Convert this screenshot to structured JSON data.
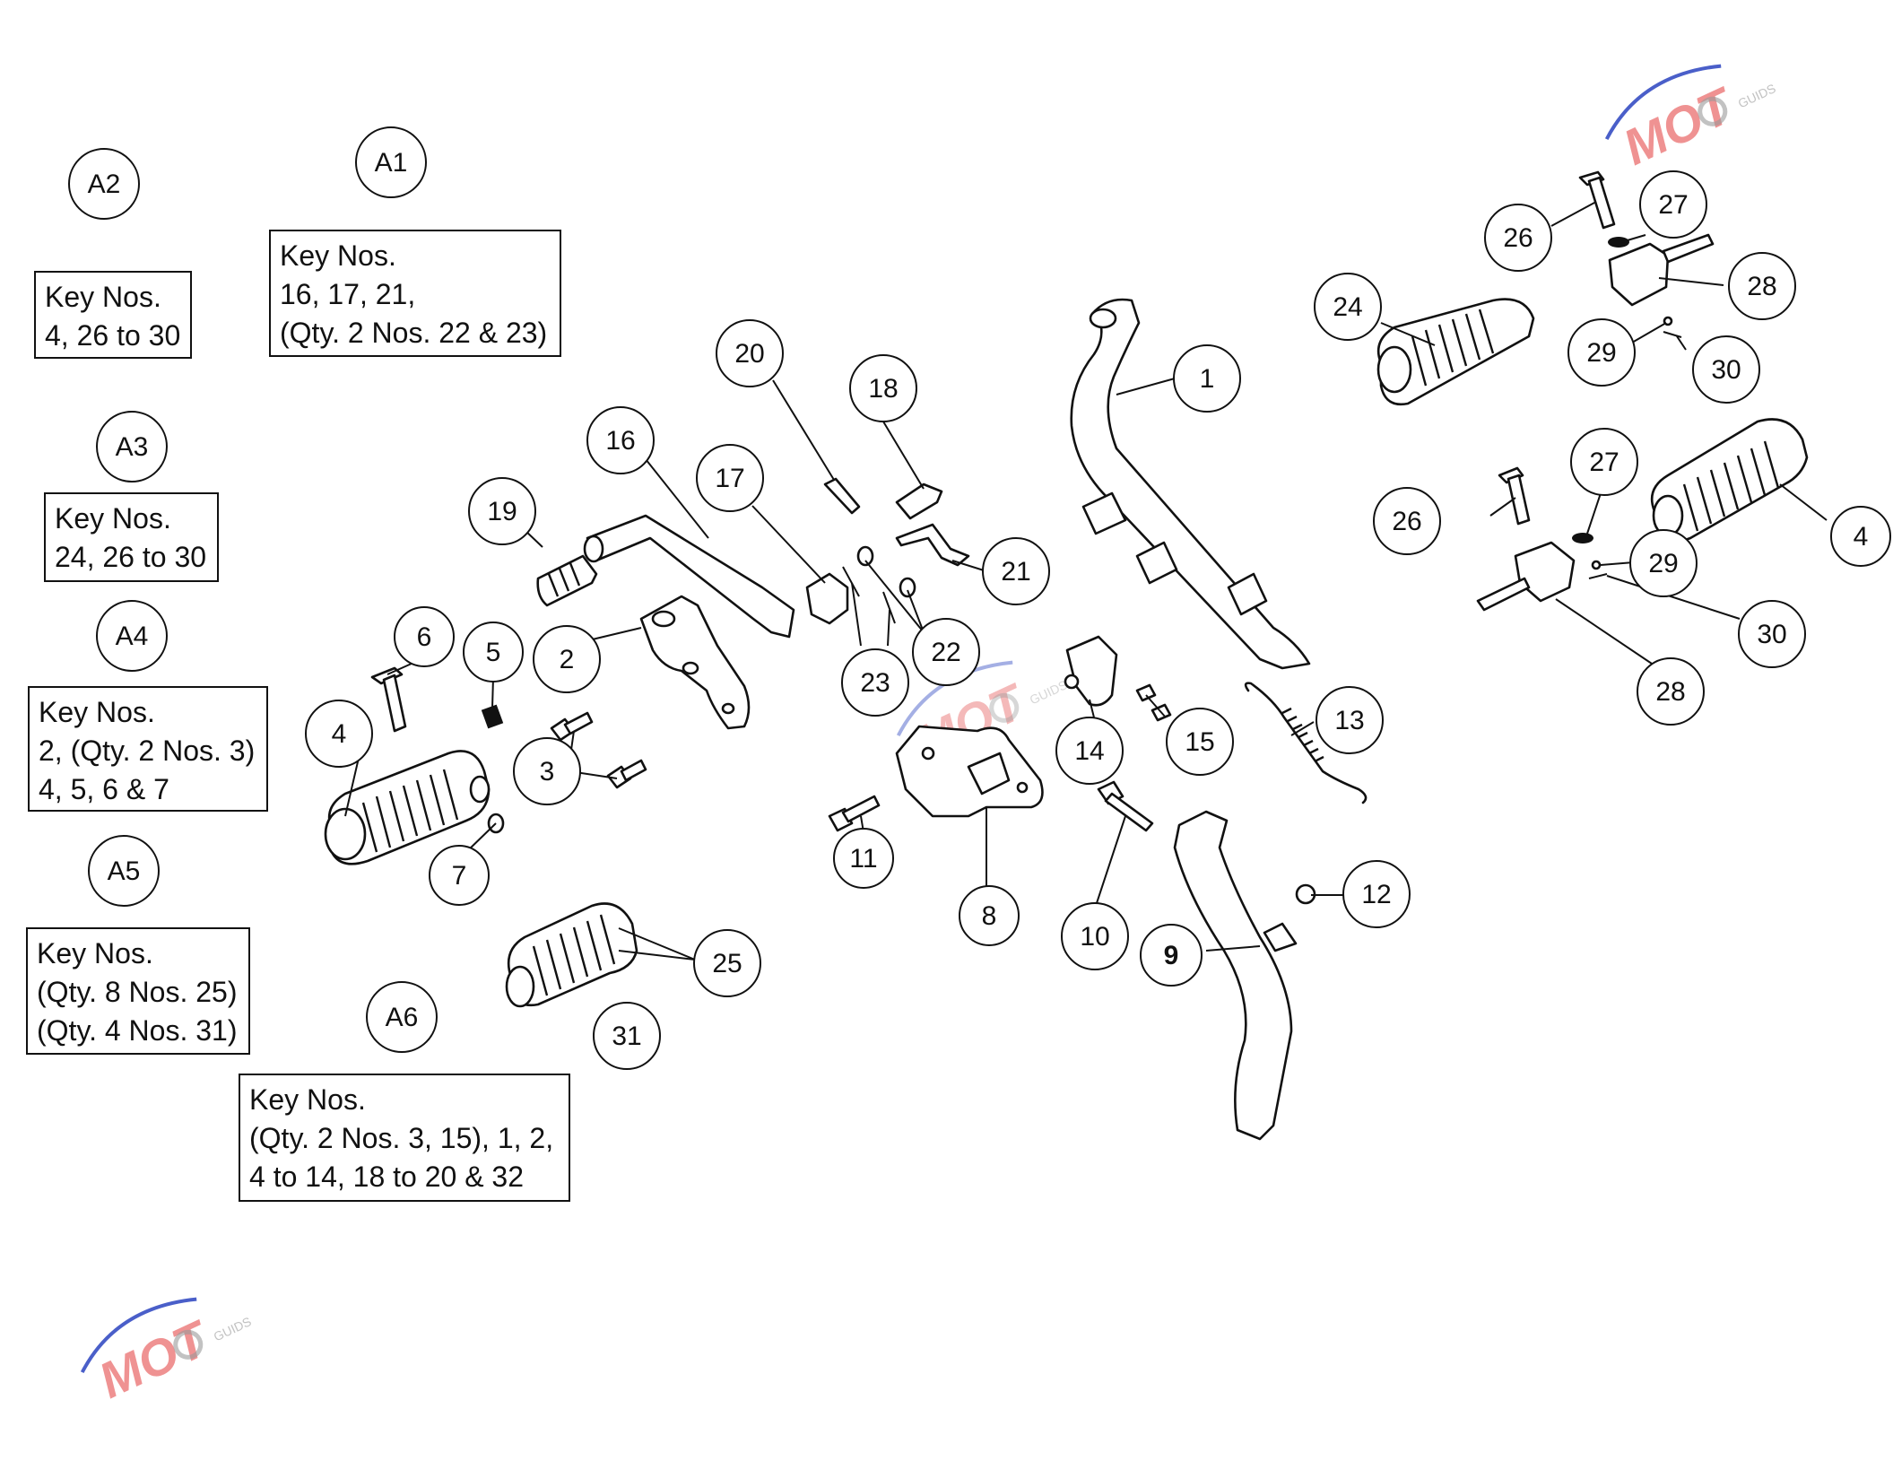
{
  "groups": [
    {
      "id": "A1",
      "lines": [
        "Key Nos.",
        "16, 17, 21,",
        "(Qty. 2 Nos. 22 & 23)"
      ]
    },
    {
      "id": "A2",
      "lines": [
        "Key Nos.",
        "4, 26 to 30"
      ]
    },
    {
      "id": "A3",
      "lines": [
        "Key Nos.",
        "24, 26 to 30"
      ]
    },
    {
      "id": "A4",
      "lines": [
        "Key Nos.",
        "2, (Qty. 2 Nos. 3)",
        "4, 5, 6 & 7"
      ]
    },
    {
      "id": "A5",
      "lines": [
        "Key Nos.",
        "(Qty. 8 Nos. 25)",
        "(Qty. 4 Nos. 31)"
      ]
    },
    {
      "id": "A6",
      "lines": [
        "Key Nos.",
        "(Qty. 2 Nos. 3, 15), 1, 2,",
        "4 to 14, 18 to 20 & 32"
      ]
    }
  ],
  "callouts": [
    "1",
    "2",
    "3",
    "4",
    "5",
    "6",
    "7",
    "8",
    "9",
    "10",
    "11",
    "12",
    "13",
    "14",
    "15",
    "16",
    "17",
    "18",
    "19",
    "20",
    "21",
    "22",
    "23",
    "24",
    "25",
    "26",
    "27",
    "28",
    "29",
    "30",
    "31",
    "26",
    "27",
    "28",
    "29",
    "30",
    "4"
  ],
  "watermark": {
    "text": "MOT",
    "subtext": "GUIDS",
    "color_red": "#e23a3a",
    "color_blue": "#4a5fc9",
    "color_grey": "#9a9a9a"
  }
}
